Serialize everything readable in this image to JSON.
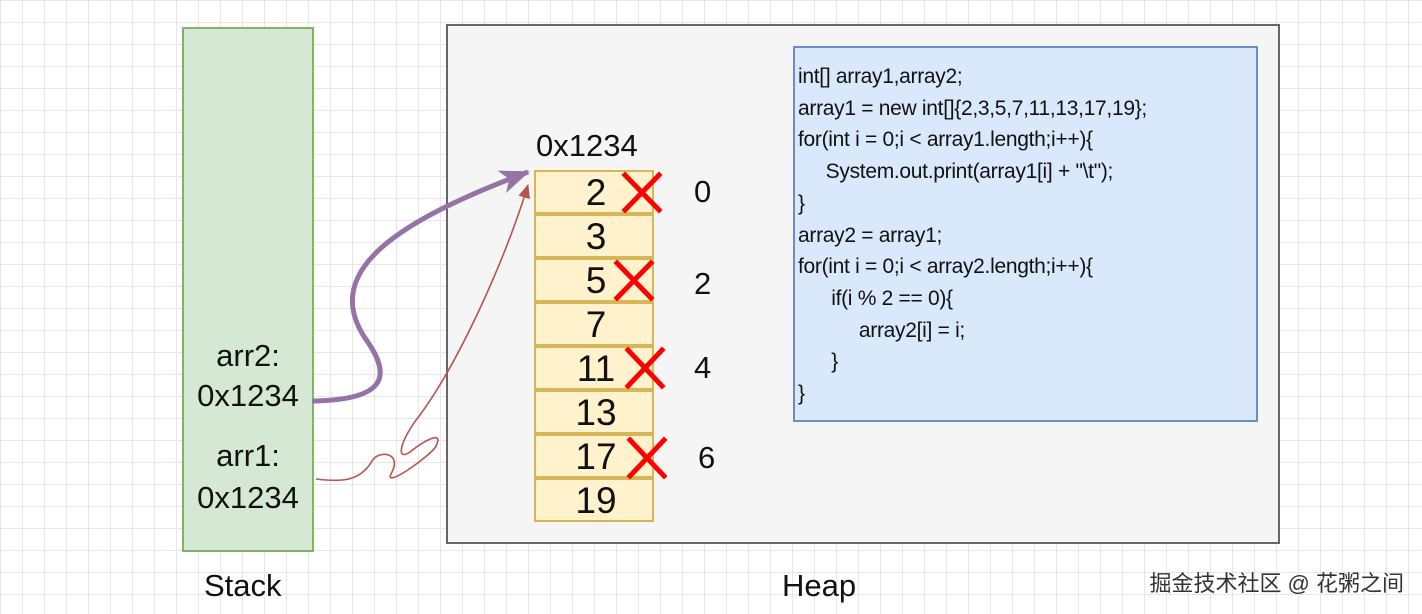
{
  "stack": {
    "label": "Stack",
    "vars": [
      {
        "name": "arr2:",
        "value": "0x1234"
      },
      {
        "name": "arr1:",
        "value": "0x1234"
      }
    ]
  },
  "heap": {
    "label": "Heap",
    "address": "0x1234",
    "cells": [
      "2",
      "3",
      "5",
      "7",
      "11",
      "13",
      "17",
      "19"
    ],
    "indices": [
      "0",
      "2",
      "4",
      "6"
    ]
  },
  "code": [
    "int[] array1,array2;",
    "array1 = new int[]{2,3,5,7,11,13,17,19};",
    "for(int i = 0;i < array1.length;i++){",
    "     System.out.print(array1[i] + \"\\t\");",
    "}",
    "array2 = array1;",
    "for(int i = 0;i < array2.length;i++){",
    "      if(i % 2 == 0){",
    "           array2[i] = i;",
    "      }",
    "}"
  ],
  "watermark": "掘金技术社区 @ 花粥之间",
  "colors": {
    "stack_fill": "#d5e8d4",
    "stack_stroke": "#82b366",
    "heap_fill": "#f5f5f5",
    "code_fill": "#dae8fc",
    "cell_fill": "#fff2cc",
    "cell_stroke": "#d6b656",
    "arr2_arrow": "#9673a6",
    "arr1_arrow": "#b85450",
    "cross": "#ff0000"
  }
}
